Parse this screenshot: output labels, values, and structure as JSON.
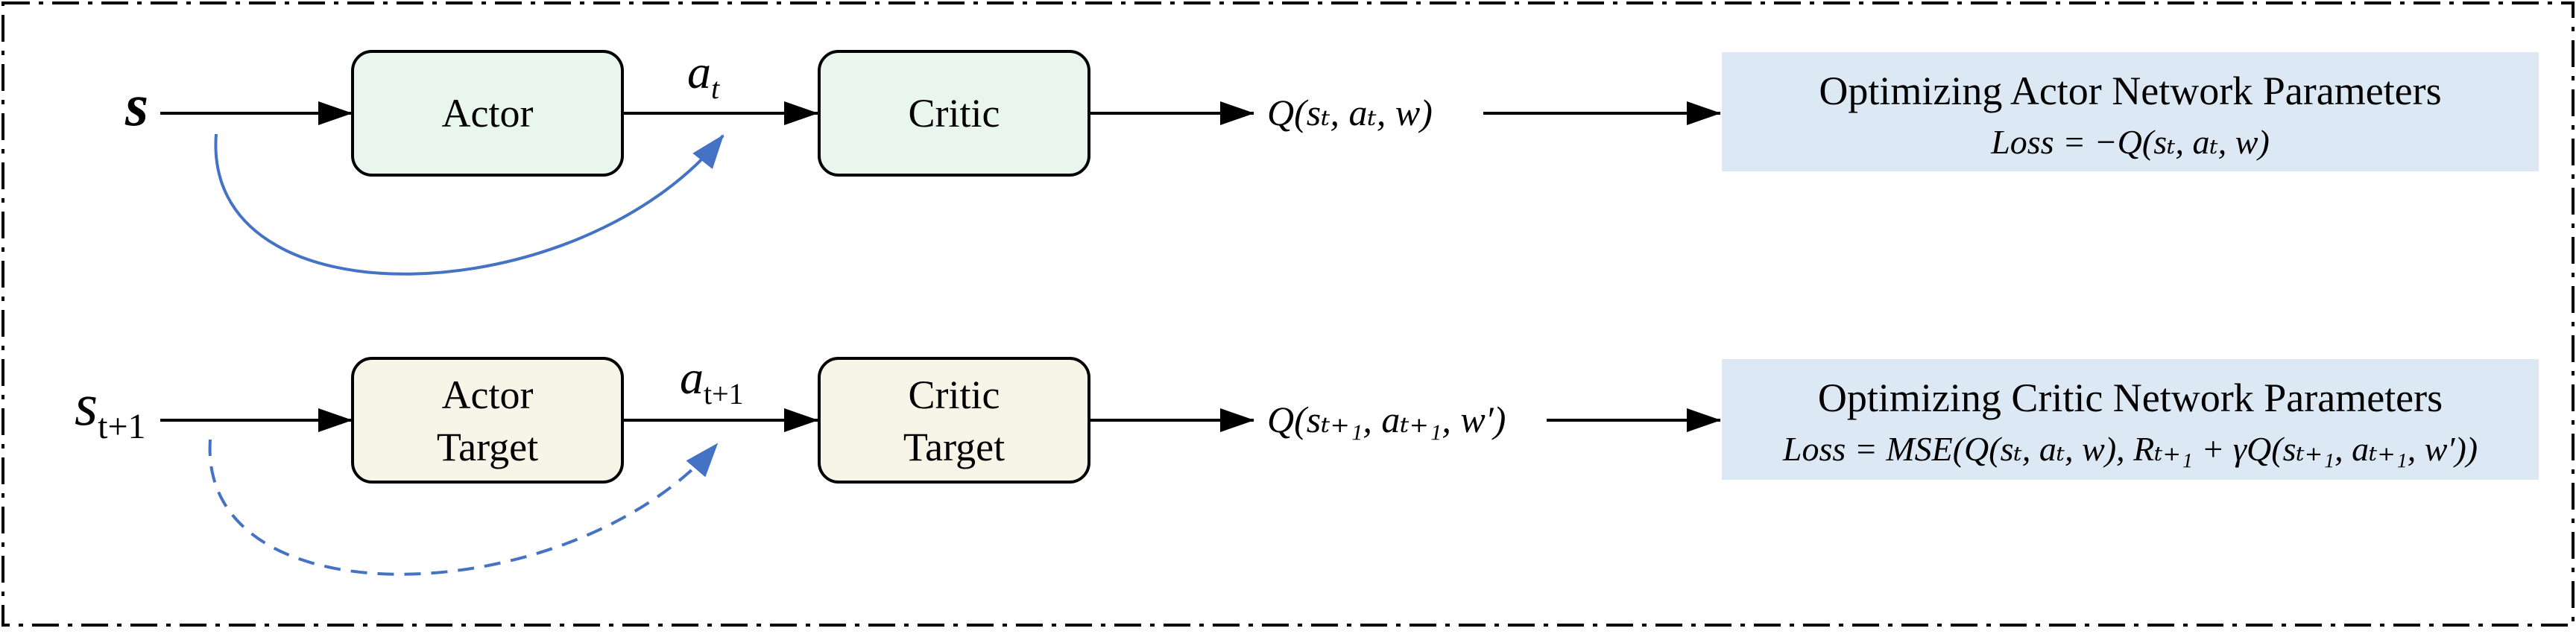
{
  "colors": {
    "actor_box_fill": "#e8f6ee",
    "target_box_fill": "#f7f4e8",
    "panel_fill": "#dce8f4",
    "curve_color": "#4472c4",
    "line_color": "#000000"
  },
  "row1": {
    "input": "s",
    "actor_label": "Actor",
    "action_var": "a",
    "action_sub": "t",
    "critic_label": "Critic",
    "q_output": "Q(sₜ, aₜ, w)",
    "panel_title": "Optimizing Actor Network Parameters",
    "panel_loss": "Loss = −Q(sₜ, aₜ, w)"
  },
  "row2": {
    "input_var": "s",
    "input_sub": "t+1",
    "actor_label_line1": "Actor",
    "actor_label_line2": "Target",
    "action_var": "a",
    "action_sub": "t+1",
    "critic_label_line1": "Critic",
    "critic_label_line2": "Target",
    "q_output": "Q(sₜ₊₁, aₜ₊₁, w′)",
    "panel_title": "Optimizing Critic Network Parameters",
    "panel_loss": "Loss = MSE(Q(sₜ, aₜ, w), Rₜ₊₁ + γQ(sₜ₊₁, aₜ₊₁, w′))"
  }
}
